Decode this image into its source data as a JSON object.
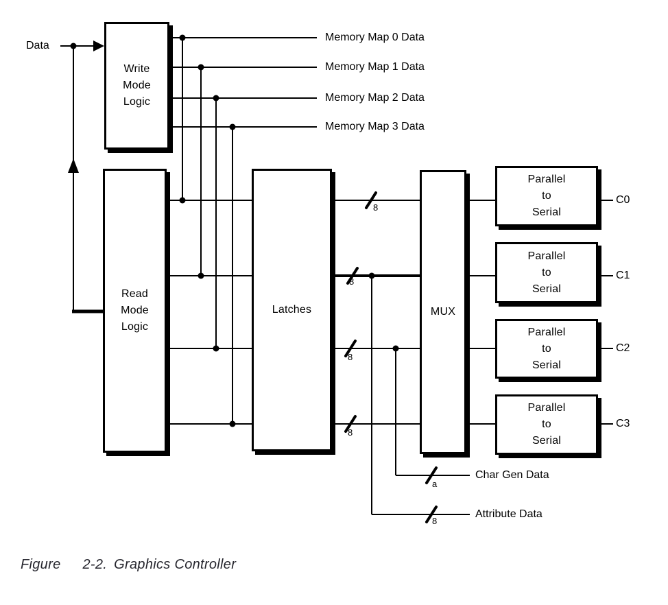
{
  "caption": {
    "prefix": "Figure",
    "number": "2-2.",
    "title": "Graphics Controller"
  },
  "diagram": {
    "data_input_label": "Data",
    "memory_map_labels": [
      "Memory Map 0 Data",
      "Memory Map 1 Data",
      "Memory Map 2 Data",
      "Memory Map 3 Data"
    ],
    "blocks": {
      "write_mode_logic": "Write\nMode\nLogic",
      "read_mode_logic": "Read\nMode\nLogic",
      "latches": "Latches",
      "mux": "MUX"
    },
    "p2s_units": [
      {
        "label": "Parallel\nto\nSerial",
        "output": "C0"
      },
      {
        "label": "Parallel\nto\nSerial",
        "output": "C1"
      },
      {
        "label": "Parallel\nto\nSerial",
        "output": "C2"
      },
      {
        "label": "Parallel\nto\nSerial",
        "output": "C3"
      }
    ],
    "bus_widths": {
      "latch_to_mux": [
        "8",
        "8",
        "8",
        "8"
      ],
      "char_gen": "a",
      "attribute": "8"
    },
    "bottom_labels": {
      "char_gen": "Char Gen Data",
      "attribute": "Attribute Data"
    },
    "colors": {
      "ink": "#000000",
      "background": "#ffffff",
      "caption_text": "#26262e"
    }
  }
}
